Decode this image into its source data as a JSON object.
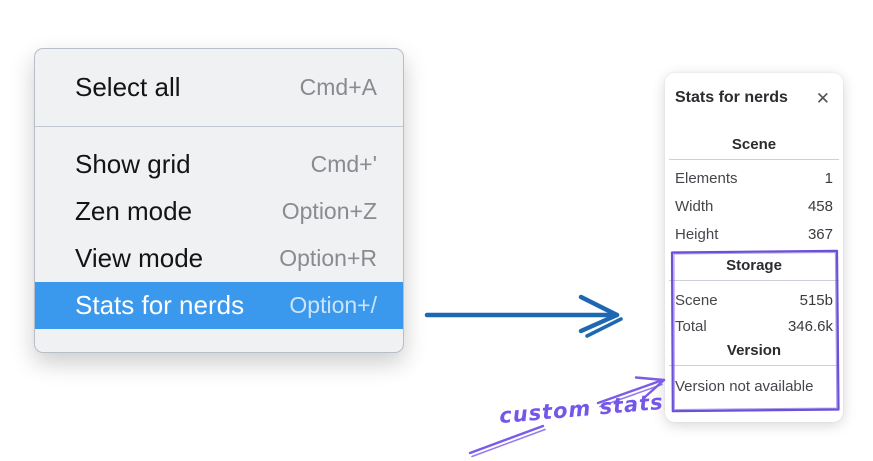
{
  "context_menu": {
    "highlight_color": "#3a99ec",
    "groups": [
      {
        "items": [
          {
            "label": "Select all",
            "shortcut": "Cmd+A",
            "highlighted": false
          }
        ]
      },
      {
        "items": [
          {
            "label": "Show grid",
            "shortcut": "Cmd+'",
            "highlighted": false
          },
          {
            "label": "Zen mode",
            "shortcut": "Option+Z",
            "highlighted": false
          },
          {
            "label": "View mode",
            "shortcut": "Option+R",
            "highlighted": false
          },
          {
            "label": "Stats for nerds",
            "shortcut": "Option+/",
            "highlighted": true
          }
        ]
      }
    ]
  },
  "stats_panel": {
    "title": "Stats for nerds",
    "close_icon": "✕",
    "sections": [
      {
        "heading": "Scene",
        "rows": [
          [
            "Elements",
            "1"
          ],
          [
            "Width",
            "458"
          ],
          [
            "Height",
            "367"
          ]
        ]
      },
      {
        "heading": "Storage",
        "rows": [
          [
            "Scene",
            "515b"
          ],
          [
            "Total",
            "346.6k"
          ]
        ]
      },
      {
        "heading": "Version",
        "note": "Version not available"
      }
    ]
  },
  "annotation": {
    "label": "custom stats",
    "color": "#7456e8"
  },
  "pointer_arrow_color": "#1e68b2"
}
